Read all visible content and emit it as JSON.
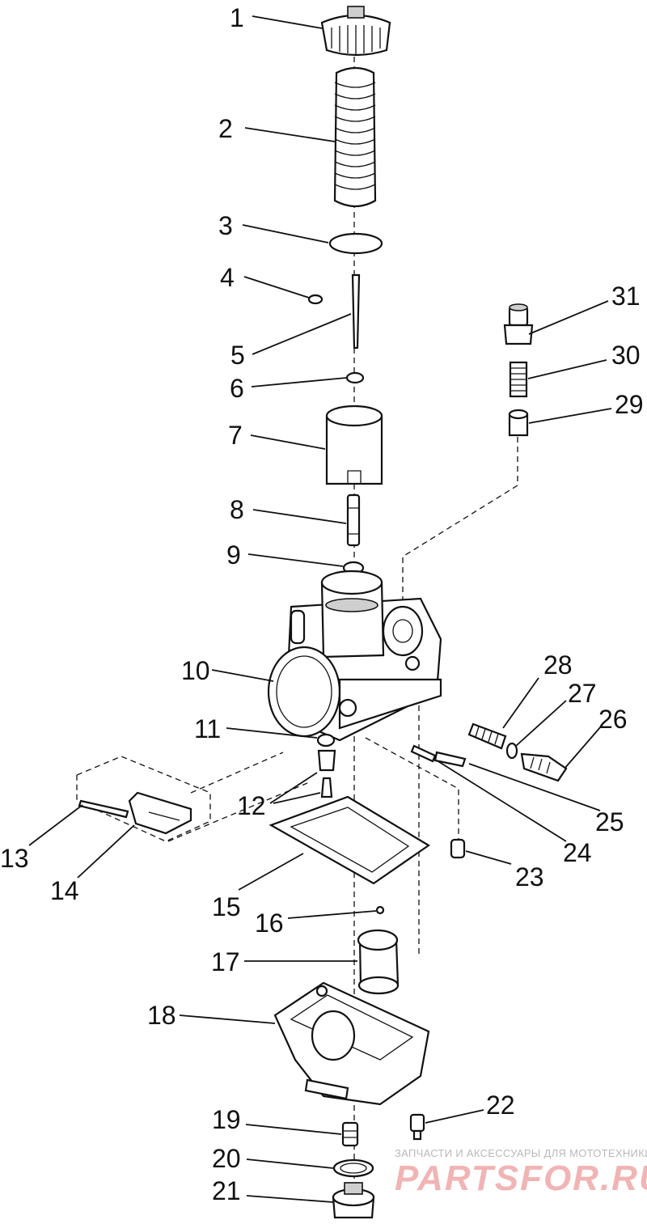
{
  "callouts": [
    "1",
    "2",
    "3",
    "4",
    "5",
    "6",
    "7",
    "8",
    "9",
    "10",
    "11",
    "12",
    "13",
    "14",
    "15",
    "16",
    "17",
    "18",
    "19",
    "20",
    "21",
    "22",
    "23",
    "24",
    "25",
    "26",
    "27",
    "28",
    "29",
    "30",
    "31"
  ],
  "watermark": {
    "caption": "ЗАПЧАСТИ И АКСЕССУАРЫ ДЛЯ МОТОТЕХНИКИ",
    "logo_text": "PARTSFOR.RU"
  },
  "colors": {
    "ink": "#111111",
    "watermark_logo": "#f1b4b4",
    "watermark_caption": "#b9b9b9"
  }
}
